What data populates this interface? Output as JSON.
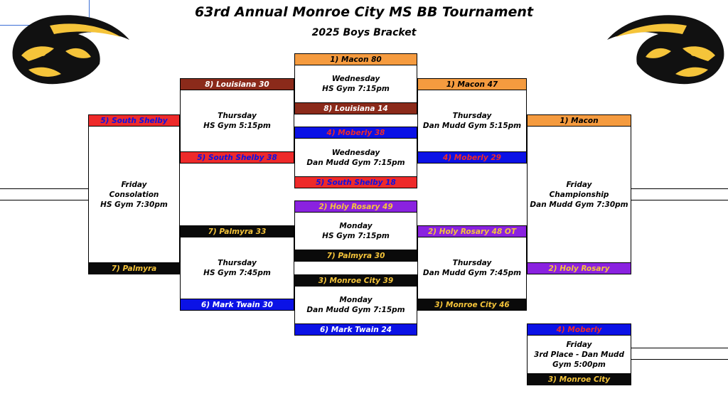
{
  "header": {
    "title": "63rd Annual Monroe City MS BB Tournament",
    "subtitle": "2025 Boys Bracket"
  },
  "games": {
    "mon_a": {
      "top": "2) Holy Rosary  49",
      "day": "Monday",
      "place": "HS Gym 7:15pm",
      "bottom": "7) Palmyra  30"
    },
    "mon_b": {
      "top": "3) Monroe City  39",
      "day": "Monday",
      "place": "Dan Mudd Gym 7:15pm",
      "bottom": "6) Mark Twain  24"
    },
    "wed_a": {
      "top": "1) Macon  80",
      "day": "Wednesday",
      "place": "HS Gym 7:15pm",
      "bottom": "8) Louisiana  14"
    },
    "wed_b": {
      "top": "4) Moberly  38",
      "day": "Wednesday",
      "place": "Dan Mudd Gym 7:15pm",
      "bottom": "5) South Shelby  18"
    },
    "thu_l1": {
      "top": "8) Louisiana  30",
      "day": "Thursday",
      "place": "HS Gym 5:15pm",
      "bottom": "5) South Shelby  38"
    },
    "thu_l2": {
      "top": "7) Palmyra  33",
      "day": "Thursday",
      "place": "HS Gym 7:45pm",
      "bottom": "6) Mark Twain  30"
    },
    "thu_r1": {
      "top": "1) Macon  47",
      "day": "Thursday",
      "place": "Dan Mudd Gym 5:15pm",
      "bottom": "4) Moberly  29"
    },
    "thu_r2": {
      "top": "2) Holy Rosary  48 OT",
      "day": "Thursday",
      "place": "Dan Mudd Gym 7:45pm",
      "bottom": "3) Monroe City  46"
    },
    "consolation": {
      "top": "5) South Shelby",
      "day": "Friday",
      "round": "Consolation",
      "place": "HS Gym 7:30pm",
      "bottom": "7) Palmyra"
    },
    "championship": {
      "top": "1) Macon",
      "day": "Friday",
      "round": "Championship",
      "place": "Dan Mudd Gym 7:30pm",
      "bottom": "2) Holy Rosary"
    },
    "third": {
      "top": "4) Moberly",
      "day": "Friday",
      "round": "3rd Place - Dan Mudd",
      "place": "Gym 5:00pm",
      "bottom": "3) Monroe City"
    }
  },
  "colors": {
    "macon": "#f59b3f",
    "louisiana": "#8b2a1a",
    "moberly": "#0b12e6",
    "south_shelby": "#ee2a2a",
    "palmyra": "#0a0a0a",
    "holy_rosary": "#8a22e0",
    "monroe_city": "#0a0a0a",
    "mark_twain": "#0b12e6"
  },
  "icons": {
    "left_logo": "panther-head-icon",
    "right_logo": "panther-head-icon"
  }
}
